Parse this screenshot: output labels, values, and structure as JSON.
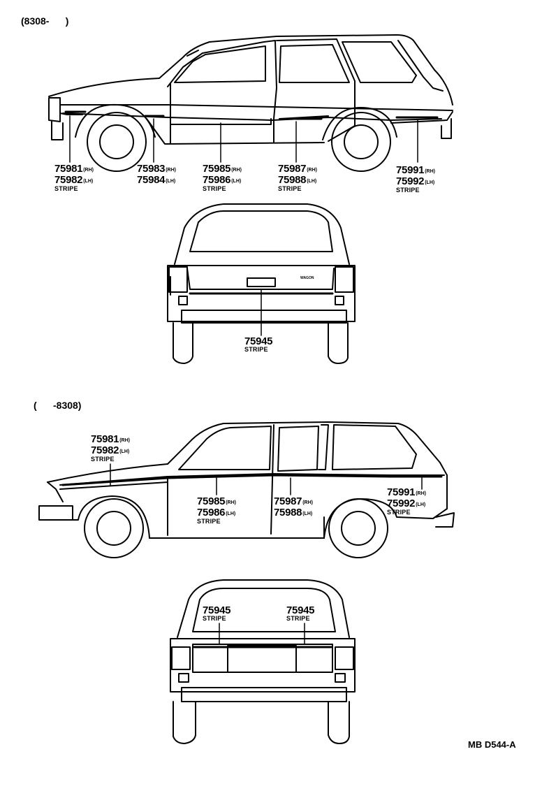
{
  "sections": {
    "top_header": "(8308-      )",
    "bottom_header": "(      -8308)"
  },
  "top_side": {
    "l1": {
      "num1": "75981",
      "s1": "(RH)",
      "num2": "75982",
      "s2": "(LH)",
      "desc": "STRIPE"
    },
    "l2": {
      "num1": "75983",
      "s1": "(RH)",
      "num2": "75984",
      "s2": "(LH)"
    },
    "l3": {
      "num1": "75985",
      "s1": "(RH)",
      "num2": "75986",
      "s2": "(LH)",
      "desc": "STRIPE"
    },
    "l4": {
      "num1": "75987",
      "s1": "(RH)",
      "num2": "75988",
      "s2": "(LH)",
      "desc": "STRIPE"
    },
    "l5": {
      "num1": "75991",
      "s1": "(RH)",
      "num2": "75992",
      "s2": "(LH)",
      "desc": "STRIPE"
    }
  },
  "top_rear": {
    "emblem": "WAGON",
    "l1": {
      "num": "75945",
      "desc": "STRIPE"
    }
  },
  "bottom_side": {
    "l1": {
      "num1": "75981",
      "s1": "(RH)",
      "num2": "75982",
      "s2": "(LH)",
      "desc": "STRIPE"
    },
    "l2": {
      "num1": "75985",
      "s1": "(RH)",
      "num2": "75986",
      "s2": "(LH)",
      "desc": "STRIPE"
    },
    "l3": {
      "num1": "75987",
      "s1": "(RH)",
      "num2": "75988",
      "s2": "(LH)"
    },
    "l4": {
      "num1": "75991",
      "s1": "(RH)",
      "num2": "75992",
      "s2": "(LH)",
      "desc": "STRIPE"
    }
  },
  "bottom_rear": {
    "l1": {
      "num": "75945",
      "desc": "STRIPE"
    },
    "l2": {
      "num": "75945",
      "desc": "STRIPE"
    }
  },
  "reference": "MB D544-A"
}
